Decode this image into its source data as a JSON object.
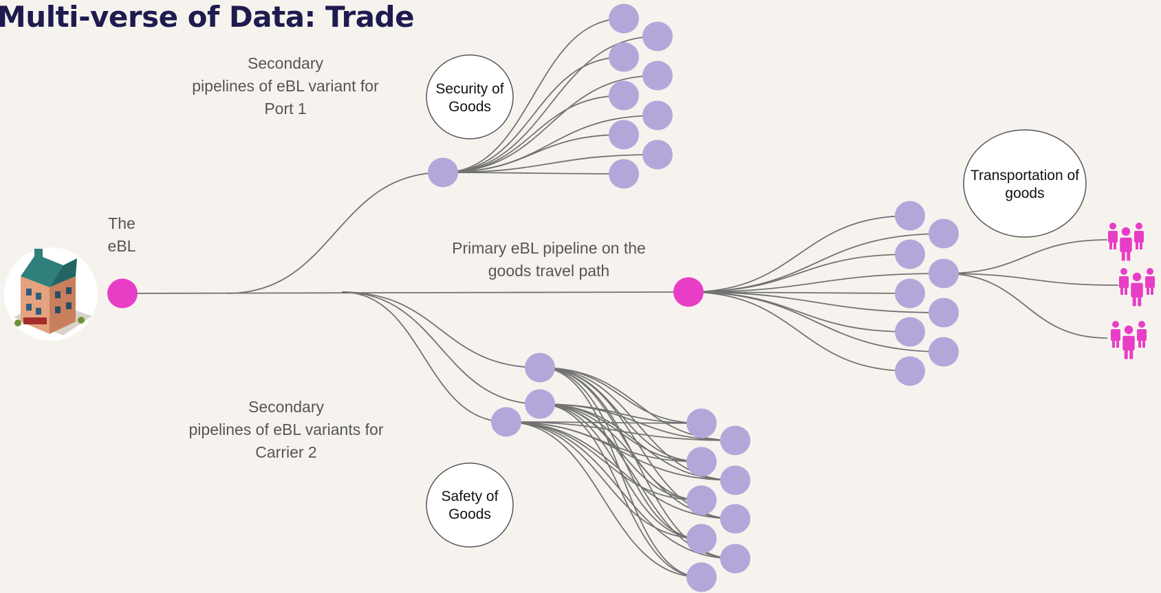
{
  "title": "Multi-verse of Data: Trade",
  "captions": {
    "port": [
      "Secondary",
      "pipelines of eBL variant for",
      "Port 1"
    ],
    "ebl": [
      "The",
      "eBL"
    ],
    "primary": [
      "Primary eBL pipeline on the",
      "goods travel path"
    ],
    "carrier": [
      "Secondary",
      "pipelines of eBL variants for",
      "Carrier 2"
    ]
  },
  "bubbles": {
    "security": [
      "Security of",
      "Goods"
    ],
    "transport": [
      "Transportation of",
      "goods"
    ],
    "safety": [
      "Safety of",
      "Goods"
    ]
  },
  "icons": {
    "building": "office-building-icon",
    "people": "people-group-icon"
  },
  "colors": {
    "background": "#f6f3ee",
    "title": "#1e1b4f",
    "primary_node": "#e83ec6",
    "secondary_node": "#b3a7da",
    "line": "#727272",
    "people": "#e83ec6"
  }
}
